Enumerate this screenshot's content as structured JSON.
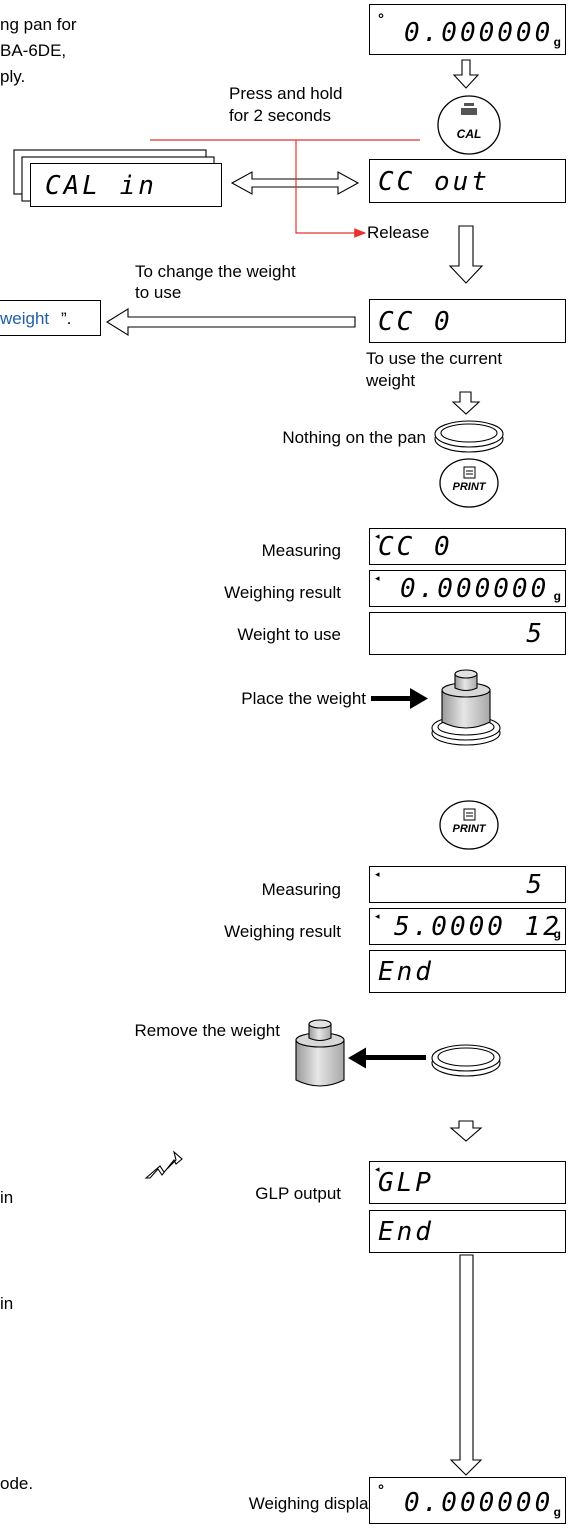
{
  "left_text": {
    "line1": "ng pan for",
    "line2": "BA-6DE,",
    "line3": "ply.",
    "weight_ref_blue": "weight",
    "weight_ref_end": "”.",
    "frag_in_1": "in",
    "frag_in_2": "in",
    "frag_ode": "ode."
  },
  "labels": {
    "press_hold_1": "Press and hold",
    "press_hold_2": "for 2 seconds",
    "release": "Release",
    "change_weight_1": "To change the weight",
    "change_weight_2": "to use",
    "current_weight_1": "To use the current",
    "current_weight_2": "weight",
    "nothing_on_pan": "Nothing on the pan",
    "measuring_1": "Measuring",
    "weighing_result_1": "Weighing result",
    "weight_to_use": "Weight to use",
    "place_weight": "Place the weight",
    "measuring_2": "Measuring",
    "weighing_result_2": "Weighing result",
    "remove_weight": "Remove the weight",
    "glp_output": "GLP output",
    "weighing_display": "Weighing display"
  },
  "keys": {
    "cal": "CAL",
    "print_1": "PRINT",
    "print_2": "PRINT"
  },
  "displays": {
    "top": {
      "text": "0.000000",
      "unit": "g",
      "indicator": "°"
    },
    "cal_in": {
      "text": "CAL  in"
    },
    "cc_out": {
      "text": "CC  out"
    },
    "cc_0": {
      "text": "CC    0"
    },
    "measuring_cc0": {
      "text": "CC    0",
      "indicator": "◂"
    },
    "result_1": {
      "text": "0.000000",
      "unit": "g",
      "indicator": "◂"
    },
    "weight_5": {
      "text": "5"
    },
    "measuring_5": {
      "text": "5",
      "indicator": "◂"
    },
    "result_2": {
      "text": "5.0000 12",
      "unit": "g",
      "indicator": "◂"
    },
    "end_1": {
      "text": "End"
    },
    "glp": {
      "text": "GLP",
      "indicator": "◂"
    },
    "end_2": {
      "text": "End"
    },
    "bottom": {
      "text": "0.000000",
      "unit": "g",
      "indicator": "°"
    }
  },
  "colors": {
    "red_line": "#e8322e",
    "blue_text": "#1f5fa8",
    "weight_body": "#cfcfcf"
  }
}
